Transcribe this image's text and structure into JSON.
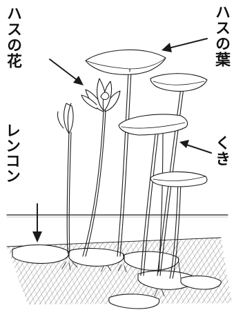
{
  "labels": {
    "flower": "ハスの花",
    "leaf": "ハスの葉",
    "stem": "くき",
    "rhizome": "レンコン"
  },
  "colors": {
    "ink": "#1a1a1a",
    "paper": "#ffffff"
  }
}
